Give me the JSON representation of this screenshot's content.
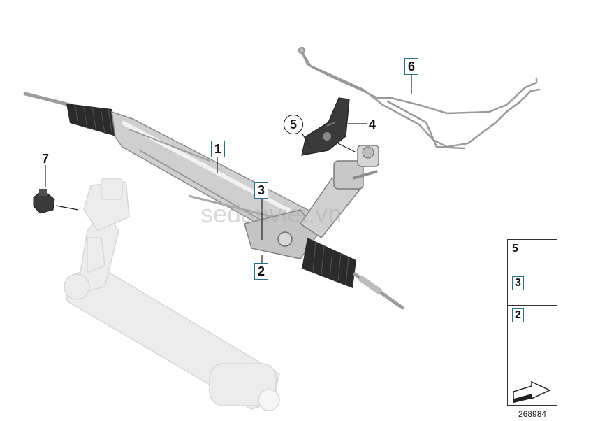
{
  "callouts": {
    "c1": "1",
    "c2": "2",
    "c3": "3",
    "c4": "4",
    "c5": "5",
    "c6": "6",
    "c7": "7"
  },
  "watermark": "sedanviet.vn",
  "legend": {
    "items": [
      "5",
      "3",
      "2"
    ]
  },
  "doc_number": "268984",
  "colors": {
    "callout_box": "#2a6f86",
    "part_grey": "#b8b8b8",
    "ghost_grey": "#e2e2e2"
  }
}
